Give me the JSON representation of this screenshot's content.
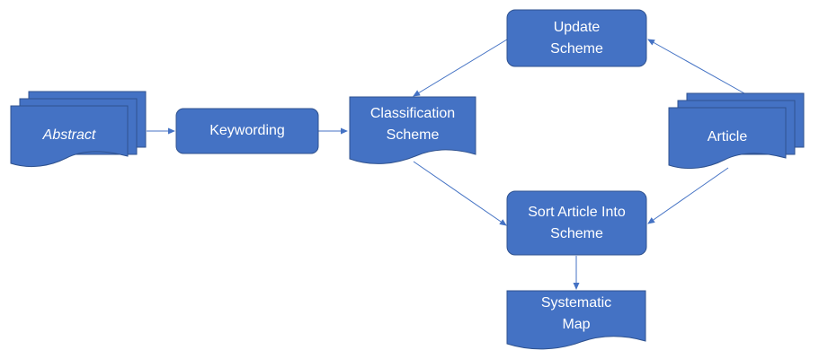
{
  "colors": {
    "shape_fill": "#4472C4",
    "shape_stroke": "#2F528F",
    "arrow": "#4472C4",
    "text": "#FFFFFF",
    "background": "#FFFFFF"
  },
  "nodes": {
    "abstract": {
      "label": "Abstract",
      "shape": "multi-document"
    },
    "keywording": {
      "label": "Keywording",
      "shape": "rounded-rectangle"
    },
    "classification_scheme": {
      "label": "Classification\nScheme",
      "shape": "document"
    },
    "update_scheme": {
      "label": "Update\nScheme",
      "shape": "rounded-rectangle"
    },
    "article": {
      "label": "Article",
      "shape": "multi-document"
    },
    "sort_article": {
      "label": "Sort Article Into\nScheme",
      "shape": "rounded-rectangle"
    },
    "systematic_map": {
      "label": "Systematic\nMap",
      "shape": "document"
    }
  },
  "edges": [
    {
      "from": "abstract",
      "to": "keywording"
    },
    {
      "from": "keywording",
      "to": "classification_scheme"
    },
    {
      "from": "article",
      "to": "update_scheme"
    },
    {
      "from": "update_scheme",
      "to": "classification_scheme"
    },
    {
      "from": "classification_scheme",
      "to": "sort_article"
    },
    {
      "from": "article",
      "to": "sort_article"
    },
    {
      "from": "sort_article",
      "to": "systematic_map"
    }
  ]
}
